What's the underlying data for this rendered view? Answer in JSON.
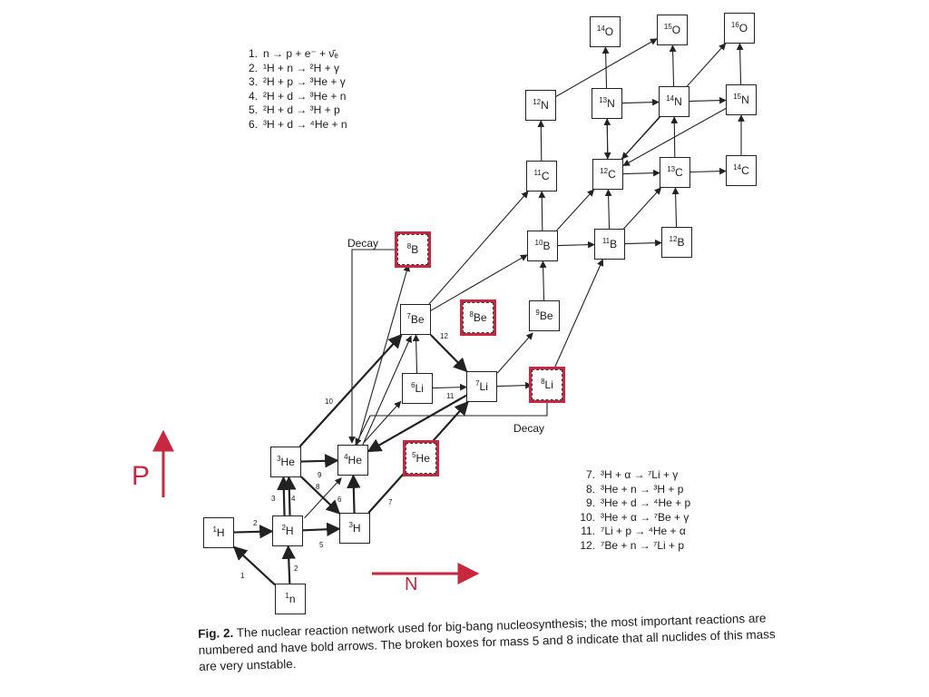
{
  "nuclides": [
    {
      "id": "n1",
      "mass": "1",
      "el": "n"
    },
    {
      "id": "h1",
      "mass": "1",
      "el": "H"
    },
    {
      "id": "h2",
      "mass": "2",
      "el": "H"
    },
    {
      "id": "h3",
      "mass": "3",
      "el": "H"
    },
    {
      "id": "he3",
      "mass": "3",
      "el": "He"
    },
    {
      "id": "he4",
      "mass": "4",
      "el": "He"
    },
    {
      "id": "he5",
      "mass": "5",
      "el": "He"
    },
    {
      "id": "li6",
      "mass": "6",
      "el": "Li"
    },
    {
      "id": "li7",
      "mass": "7",
      "el": "Li"
    },
    {
      "id": "li8",
      "mass": "8",
      "el": "Li"
    },
    {
      "id": "be7",
      "mass": "7",
      "el": "Be"
    },
    {
      "id": "be8",
      "mass": "8",
      "el": "Be"
    },
    {
      "id": "be9",
      "mass": "9",
      "el": "Be"
    },
    {
      "id": "b8",
      "mass": "8",
      "el": "B"
    },
    {
      "id": "b10",
      "mass": "10",
      "el": "B"
    },
    {
      "id": "b11",
      "mass": "11",
      "el": "B"
    },
    {
      "id": "b12",
      "mass": "12",
      "el": "B"
    },
    {
      "id": "c11",
      "mass": "11",
      "el": "C"
    },
    {
      "id": "c12",
      "mass": "12",
      "el": "C"
    },
    {
      "id": "c13",
      "mass": "13",
      "el": "C"
    },
    {
      "id": "c14",
      "mass": "14",
      "el": "C"
    },
    {
      "id": "n12",
      "mass": "12",
      "el": "N"
    },
    {
      "id": "n13",
      "mass": "13",
      "el": "N"
    },
    {
      "id": "n14",
      "mass": "14",
      "el": "N"
    },
    {
      "id": "n15",
      "mass": "15",
      "el": "N"
    },
    {
      "id": "o14",
      "mass": "14",
      "el": "O"
    },
    {
      "id": "o15",
      "mass": "15",
      "el": "O"
    },
    {
      "id": "o16",
      "mass": "16",
      "el": "O"
    }
  ],
  "reactions_top": [
    {
      "num": "1.",
      "eq": "n → p + e⁻ + ν̄ₑ"
    },
    {
      "num": "2.",
      "eq": "¹H + n → ²H + γ"
    },
    {
      "num": "3.",
      "eq": "²H + p → ³He + γ"
    },
    {
      "num": "4.",
      "eq": "²H + d → ³He + n"
    },
    {
      "num": "5.",
      "eq": "²H + d → ³H + p"
    },
    {
      "num": "6.",
      "eq": "³H + d → ⁴He + n"
    }
  ],
  "reactions_bottom": [
    {
      "num": "7.",
      "eq": "³H + α → ⁷Li + γ"
    },
    {
      "num": "8.",
      "eq": "³He + n → ³H + p"
    },
    {
      "num": "9.",
      "eq": "³He + d → ⁴He + p"
    },
    {
      "num": "10.",
      "eq": "³He + α → ⁷Be + γ"
    },
    {
      "num": "11.",
      "eq": "⁷Li + p → ⁴He + α"
    },
    {
      "num": "12.",
      "eq": "⁷Be + n → ⁷Li + p"
    }
  ],
  "labels": {
    "decay_b8": "Decay",
    "decay_li8": "Decay",
    "axis_p": "P",
    "axis_n": "N"
  },
  "edge_numbers": {
    "r1": "1",
    "r2a": "2",
    "r2b": "2",
    "r3": "3",
    "r4": "4",
    "r5": "5",
    "r6": "6",
    "r7": "7",
    "r8": "8",
    "r9": "9",
    "r10": "10",
    "r11": "11",
    "r12": "12"
  },
  "caption": {
    "lead": "Fig. 2.",
    "text": " The nuclear reaction network used for big-bang nucleosynthesis; the most important reactions are numbered and have bold arrows. The broken boxes for mass 5 and 8 indicate that all nuclides of this mass are very unstable."
  },
  "colors": {
    "annotation": "#c8283f",
    "ink": "#222222"
  }
}
